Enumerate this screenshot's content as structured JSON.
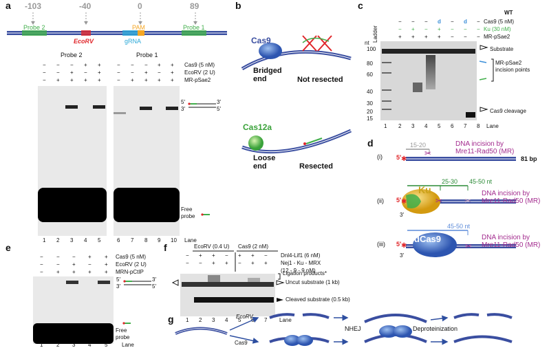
{
  "panels": {
    "a": "a",
    "b": "b",
    "c": "c",
    "d": "d",
    "e": "e",
    "f": "f",
    "g": "g"
  },
  "a": {
    "positions": [
      "-103",
      "-40",
      "0",
      "89"
    ],
    "probe2": "Probe 2",
    "ecorv": "EcoRV",
    "gRNA": "gRNA",
    "pam": "PAM",
    "probe1": "Probe 1",
    "gel_left_title": "Probe 2",
    "gel_right_title": "Probe 1",
    "cond_labels": [
      "Cas9 (5 nM)",
      "EcoRV (2 U)",
      "MR-pSae2"
    ],
    "row1": [
      "−",
      "−",
      "−",
      "+",
      "+",
      "−",
      "−",
      "−",
      "+",
      "+"
    ],
    "row2": [
      "−",
      "−",
      "+",
      "−",
      "+",
      "−",
      "−",
      "+",
      "−",
      "+"
    ],
    "row3": [
      "−",
      "+",
      "+",
      "+",
      "+",
      "−",
      "+",
      "+",
      "+",
      "+"
    ],
    "free_probe": "Free\nprobe",
    "lanes": [
      "1",
      "2",
      "3",
      "4",
      "5",
      "6",
      "7",
      "8",
      "9",
      "10"
    ],
    "lane_label": "Lane",
    "ds5": "5′",
    "ds3": "3′",
    "ds3b": "3′",
    "ds5b": "5′"
  },
  "b": {
    "cas9": "Cas9",
    "bridged": "Bridged\nend",
    "not_resected": "Not resected",
    "cas12a": "Cas12a",
    "loose": "Loose\nend",
    "resected": "Resected"
  },
  "c": {
    "row1": [
      "−",
      "−",
      "−",
      "d",
      "−",
      "d",
      "−"
    ],
    "row2": [
      "−",
      "+",
      "−",
      "+",
      "−",
      "−",
      "−"
    ],
    "row3": [
      "+",
      "+",
      "+",
      "+",
      "−",
      "−",
      "−"
    ],
    "wt": "WT",
    "cond_labels": [
      "Cas9 (5 nM)",
      "Ku (30 nM)",
      "MR-pSae2"
    ],
    "ladder": "Ladder",
    "nt": "nt",
    "markers": [
      "100",
      "80",
      "60",
      "40",
      "30",
      "20",
      "15"
    ],
    "substrate": "Substrate",
    "incision": "MR-pSae2\nincision points",
    "cleavage": "Cas9 cleavage",
    "lanes": [
      "1",
      "2",
      "3",
      "4",
      "5",
      "6",
      "7",
      "8"
    ],
    "lane_label": "Lane"
  },
  "d": {
    "i_label": "(i)",
    "ii_label": "(ii)",
    "iii_label": "(iii)",
    "i_range": "15-20",
    "i_text": "DNA incision by\nMre11-Rad50 (MR)",
    "i_bp": "81 bp",
    "ii_r1": "25-30",
    "ii_r2": "45-50 nt",
    "ii_text": "DNA incision by\nMre11-Rad50 (MR)",
    "ku": "Ku",
    "iii_range": "45-50 nt",
    "iii_text": "DNA incision by\nMre11-Rad50 (MR)",
    "dcas9": "dCas9",
    "five": "5′",
    "three": "3′"
  },
  "e": {
    "row1": [
      "−",
      "−",
      "−",
      "+",
      "+"
    ],
    "row2": [
      "−",
      "−",
      "+",
      "−",
      "+"
    ],
    "row3": [
      "−",
      "+",
      "+",
      "+",
      "+"
    ],
    "cond_labels": [
      "Cas9 (5 nM)",
      "EcoRV (2 U)",
      "MRN-pCtIP"
    ],
    "free_probe": "Free\nprobe",
    "lanes": [
      "1",
      "2",
      "3",
      "4",
      "5"
    ],
    "lane_label": "Lane",
    "ds5": "5′",
    "ds3": "3′",
    "ds3b": "3′",
    "ds5b": "5′"
  },
  "f": {
    "ecorv_head": "EcoRV (0.4 U)",
    "cas9_head": "Cas9 (2 nM)",
    "row1": [
      "−",
      "+",
      "+",
      "−",
      "+",
      "+",
      "−"
    ],
    "row2": [
      "−",
      "−",
      "+",
      "+",
      "−",
      "+",
      "+"
    ],
    "cond1": "Dnl4-Lif1 (6 nM)",
    "cond2": "Nej1 - Ku - MRX",
    "cond3": "(12 - 9 - 9 nM)",
    "ligation": "Ligation products*",
    "uncut": "Uncut substrate (1 kb)",
    "cleaved": "Cleaved substrate (0.5 kb)",
    "lanes": [
      "1",
      "2",
      "3",
      "4",
      "5",
      "6",
      "7"
    ],
    "lane_label": "Lane"
  },
  "g": {
    "ecorv": "EcoRV",
    "cas9": "Cas9",
    "nhej": "NHEJ",
    "deprot": "Deproteinization"
  },
  "colors": {
    "dna": "#3a4ea0",
    "probe_green": "#3fae49",
    "red": "#e0262a",
    "pam": "#f5a623",
    "grna": "#2aa8d8",
    "purple": "#a32b8e",
    "ku": "#e8b11c",
    "cas9": "#3f6fc8"
  }
}
